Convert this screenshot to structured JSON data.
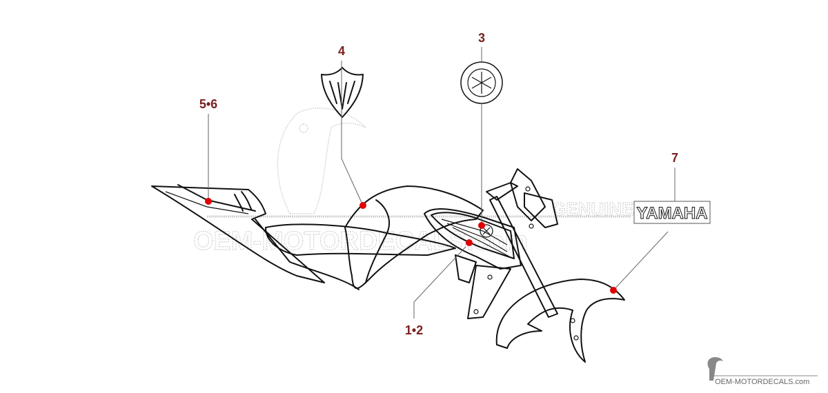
{
  "callouts": [
    {
      "id": "label-1-2",
      "text": "1•2"
    },
    {
      "id": "label-3",
      "text": "3"
    },
    {
      "id": "label-4",
      "text": "4"
    },
    {
      "id": "label-5-6",
      "text": "5•6"
    },
    {
      "id": "label-7",
      "text": "7"
    }
  ],
  "decal_7_text": "YAMAHA",
  "watermark": {
    "main": "OEM-MOTORDECALS.com",
    "genuine": "GENUINE",
    "footer": "OEM-MOTORDECALS.com"
  },
  "colors": {
    "callout": "#7a1f1f",
    "marker": "#e00000",
    "watermark": "#c8c8c8"
  }
}
